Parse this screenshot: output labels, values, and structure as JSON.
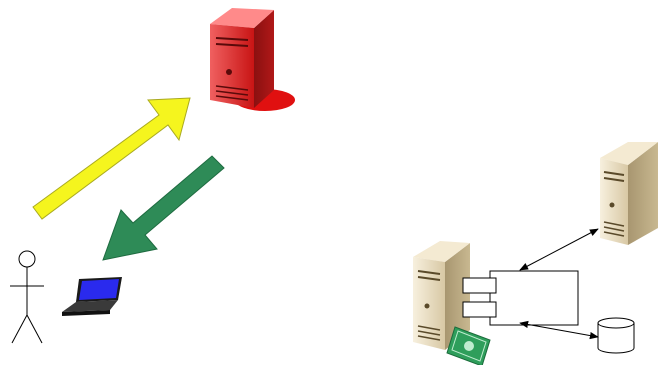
{
  "diagram": {
    "nodes": [
      {
        "id": "user",
        "icon": "stick-figure-user-icon"
      },
      {
        "id": "laptop",
        "icon": "laptop-icon"
      },
      {
        "id": "web-server",
        "icon": "server-tower-icon",
        "color": "#e02020",
        "highlighted": true
      },
      {
        "id": "app-server",
        "icon": "server-tower-icon",
        "color": "#e9dcc0"
      },
      {
        "id": "backend-server",
        "icon": "server-tower-icon",
        "color": "#e9dcc0"
      },
      {
        "id": "component",
        "icon": "uml-component-icon"
      },
      {
        "id": "database",
        "icon": "database-cylinder-icon"
      },
      {
        "id": "money",
        "icon": "money-bill-icon",
        "color": "#2e9e5b"
      }
    ],
    "edges": [
      {
        "from": "laptop",
        "to": "web-server",
        "style": "block-arrow",
        "color": "#f5f51e"
      },
      {
        "from": "web-server",
        "to": "laptop",
        "style": "block-arrow",
        "color": "#2e8b57"
      },
      {
        "from": "component",
        "to": "backend-server",
        "style": "double-arrow",
        "color": "#000000"
      },
      {
        "from": "component",
        "to": "database",
        "style": "double-arrow",
        "color": "#000000"
      }
    ]
  }
}
